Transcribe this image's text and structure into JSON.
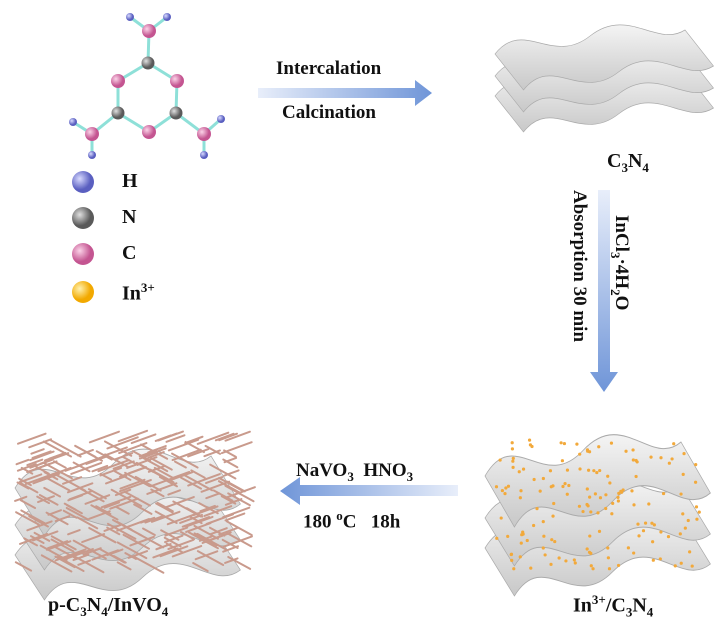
{
  "legend": [
    {
      "label": "H",
      "color": "#7b7fd6"
    },
    {
      "label": "N",
      "color": "#8a8a8a"
    },
    {
      "label": "C",
      "color": "#e07fb0"
    },
    {
      "label": "In",
      "sup": "3+",
      "color": "#f5b82e"
    }
  ],
  "step1": {
    "top": "Intercalation",
    "bottom": "Calcination"
  },
  "c3n4": {
    "a": "C",
    "s1": "3",
    "b": "N",
    "s2": "4"
  },
  "step2": {
    "line1_a": "InCl",
    "line1_s": "3",
    "line1_b": "·4H",
    "line1_s2": "2",
    "line1_c": "O",
    "line2": "Absorption 30 min"
  },
  "in_c3n4": {
    "a": "In",
    "sup": "3+",
    "b": "/C",
    "s1": "3",
    "c": "N",
    "s2": "4"
  },
  "step3": {
    "top_a": "NaVO",
    "top_s": "3",
    "top_b": "HNO",
    "top_s2": "3",
    "bottom_a": "180 ",
    "bottom_sup": "o",
    "bottom_b": "C   18h"
  },
  "product": {
    "a": "p-C",
    "s1": "3",
    "b": "N",
    "s2": "4",
    "c": "/InVO",
    "s3": "4"
  }
}
